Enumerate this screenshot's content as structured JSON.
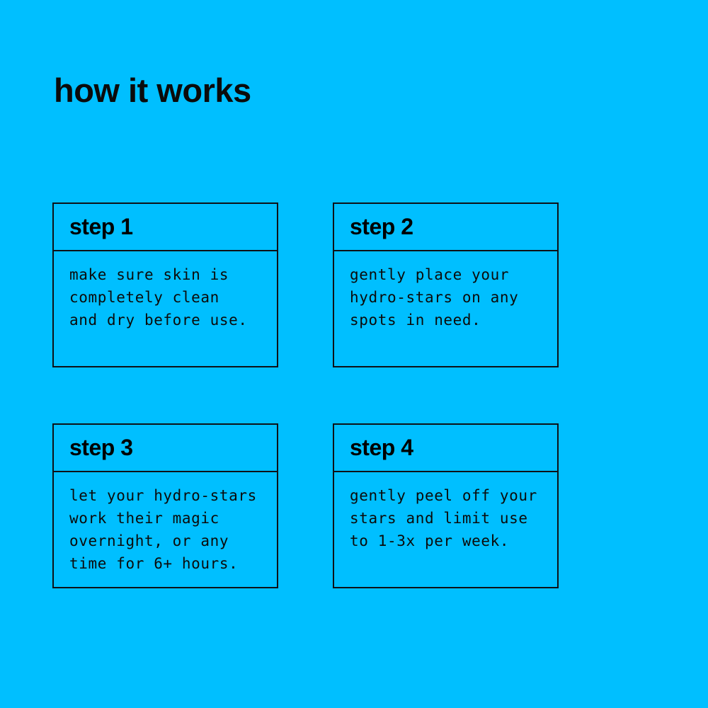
{
  "theme": {
    "background_color": "#00BFFF",
    "text_color": "#0b0b0b",
    "border_color": "#0e1217"
  },
  "header": {
    "title": "how it works"
  },
  "steps": [
    {
      "label": "step 1",
      "lines": [
        "make sure skin is",
        "completely clean",
        "and dry before use."
      ]
    },
    {
      "label": "step 2",
      "lines": [
        "gently place your",
        "hydro-stars on any",
        "spots in need."
      ]
    },
    {
      "label": "step 3",
      "lines": [
        "let your hydro-stars",
        "work their magic",
        "overnight, or any",
        "time for 6+ hours."
      ]
    },
    {
      "label": "step 4",
      "lines": [
        "gently peel off your",
        "stars and limit use",
        "to 1-3x per week."
      ]
    }
  ]
}
